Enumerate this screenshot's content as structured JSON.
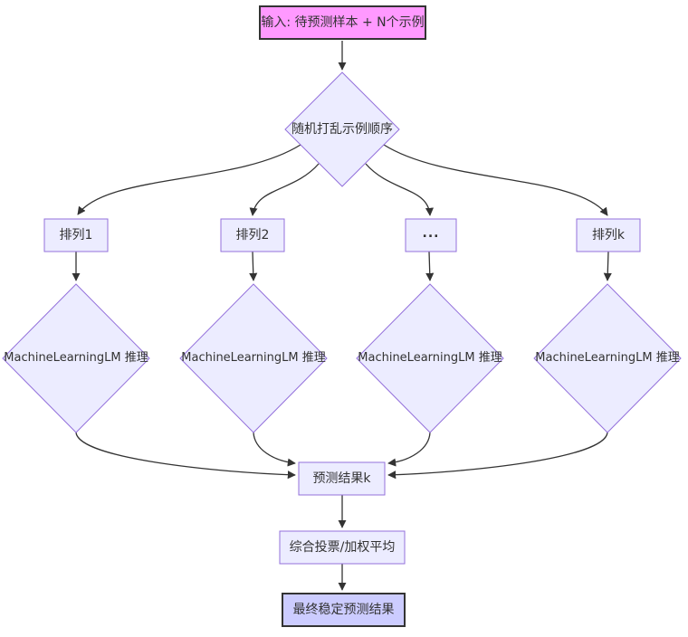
{
  "diagram": {
    "type": "flowchart",
    "background": "#ffffff",
    "nodes": {
      "input": {
        "label": "输入: 待预测样本 + N个示例",
        "shape": "rect",
        "fill": "#ff99ff",
        "stroke": "#333333"
      },
      "shuffle": {
        "label": "随机打乱示例顺序",
        "shape": "diamond",
        "fill": "#ECECFF",
        "stroke": "#9370DB"
      },
      "perm1": {
        "label": "排列1",
        "shape": "rect",
        "fill": "#ECECFF",
        "stroke": "#9370DB"
      },
      "perm2": {
        "label": "排列2",
        "shape": "rect",
        "fill": "#ECECFF",
        "stroke": "#9370DB"
      },
      "perm_ellipsis": {
        "label": "...",
        "shape": "rect",
        "fill": "#ECECFF",
        "stroke": "#9370DB"
      },
      "permk": {
        "label": "排列k",
        "shape": "rect",
        "fill": "#ECECFF",
        "stroke": "#9370DB"
      },
      "lm1": {
        "label": "MachineLearningLM 推理",
        "shape": "diamond",
        "fill": "#ECECFF",
        "stroke": "#9370DB"
      },
      "lm2": {
        "label": "MachineLearningLM 推理",
        "shape": "diamond",
        "fill": "#ECECFF",
        "stroke": "#9370DB"
      },
      "lm3": {
        "label": "MachineLearningLM 推理",
        "shape": "diamond",
        "fill": "#ECECFF",
        "stroke": "#9370DB"
      },
      "lm4": {
        "label": "MachineLearningLM 推理",
        "shape": "diamond",
        "fill": "#ECECFF",
        "stroke": "#9370DB"
      },
      "result": {
        "label": "预测结果k",
        "shape": "rect",
        "fill": "#ECECFF",
        "stroke": "#9370DB"
      },
      "vote": {
        "label": "综合投票/加权平均",
        "shape": "rect",
        "fill": "#ECECFF",
        "stroke": "#9370DB"
      },
      "final": {
        "label": "最终稳定预测结果",
        "shape": "rect",
        "fill": "#ccccff",
        "stroke": "#333333"
      }
    },
    "edges": [
      {
        "from": "input",
        "to": "shuffle"
      },
      {
        "from": "shuffle",
        "to": "perm1"
      },
      {
        "from": "shuffle",
        "to": "perm2"
      },
      {
        "from": "shuffle",
        "to": "perm_ellipsis"
      },
      {
        "from": "shuffle",
        "to": "permk"
      },
      {
        "from": "perm1",
        "to": "lm1"
      },
      {
        "from": "perm2",
        "to": "lm2"
      },
      {
        "from": "perm_ellipsis",
        "to": "lm3"
      },
      {
        "from": "permk",
        "to": "lm4"
      },
      {
        "from": "lm1",
        "to": "result"
      },
      {
        "from": "lm2",
        "to": "result"
      },
      {
        "from": "lm3",
        "to": "result"
      },
      {
        "from": "lm4",
        "to": "result"
      },
      {
        "from": "result",
        "to": "vote"
      },
      {
        "from": "vote",
        "to": "final"
      }
    ],
    "colors": {
      "default_fill": "#ECECFF",
      "default_stroke": "#9370DB",
      "input_fill": "#ff99ff",
      "final_fill": "#ccccff",
      "strong_stroke": "#333333",
      "edge": "#333333",
      "text": "#333333",
      "background": "#ffffff"
    }
  }
}
